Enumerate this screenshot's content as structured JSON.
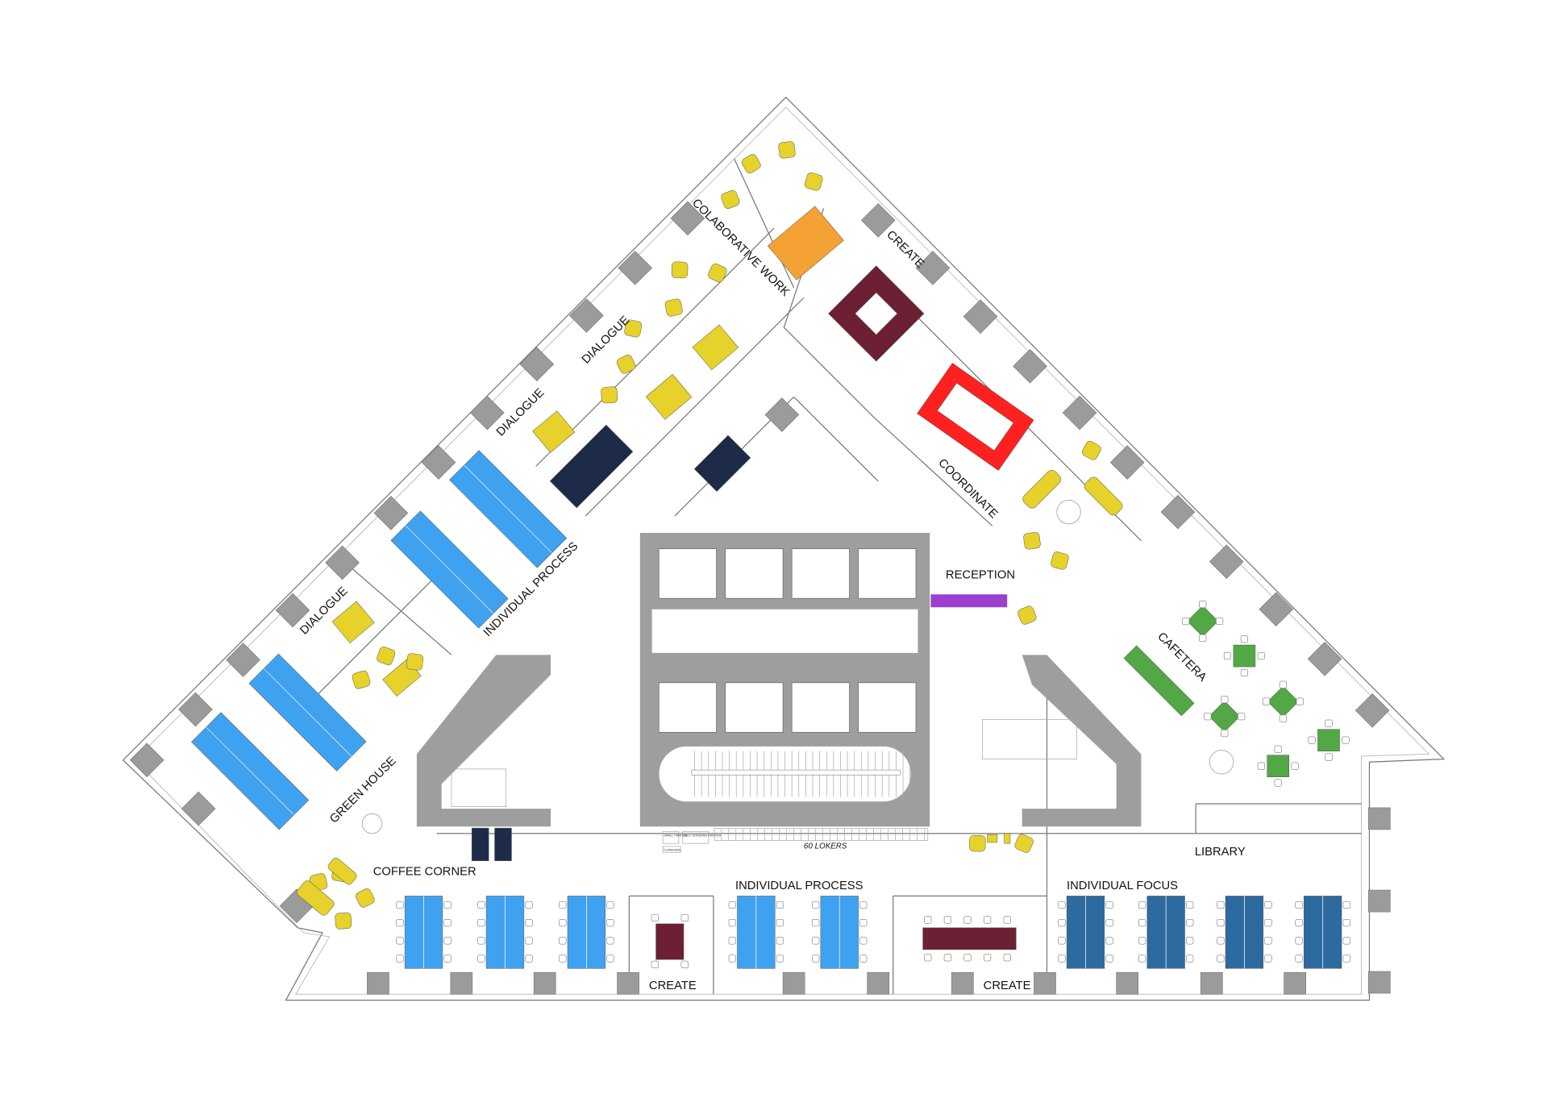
{
  "plan": {
    "zones": {
      "collaborative_work": "COLABORATIVE WORK",
      "create_top": "CREATE",
      "dialogue_1": "DIALOGUE",
      "dialogue_2": "DIALOGUE",
      "dialogue_3": "DIALOGUE",
      "individual_process_diag": "INDIVIDUAL PROCESS",
      "green_house": "GREEN HOUSE",
      "coordinate": "COORDINATE",
      "reception": "RECEPTION",
      "cafetera": "CAFETERA",
      "library": "LIBRARY",
      "coffee_corner": "COFFEE CORNER",
      "individual_process_bottom": "INDIVIDUAL PROCESS",
      "individual_focus": "INDIVIDUAL FOCUS",
      "create_bottom_1": "CREATE",
      "create_bottom_2": "CREATE"
    },
    "notes": {
      "lockers": "60 LOKERS",
      "small_printer": "SMALL PRINTER",
      "self_standing_printer": "SELF STANDING PRINTER",
      "cupboard": "CUPBOARD"
    }
  },
  "colors": {
    "individual_process": "#3fa2f0",
    "individual_focus": "#2d6aa0",
    "navy": "#1d2b48",
    "dialogue": "#e6d22a",
    "collaborative": "#f4a233",
    "create": "#6d1f33",
    "coordinate": "#ff2020",
    "reception": "#9b3fcf",
    "cafetera": "#52a844",
    "column": "#9b9b9b"
  }
}
